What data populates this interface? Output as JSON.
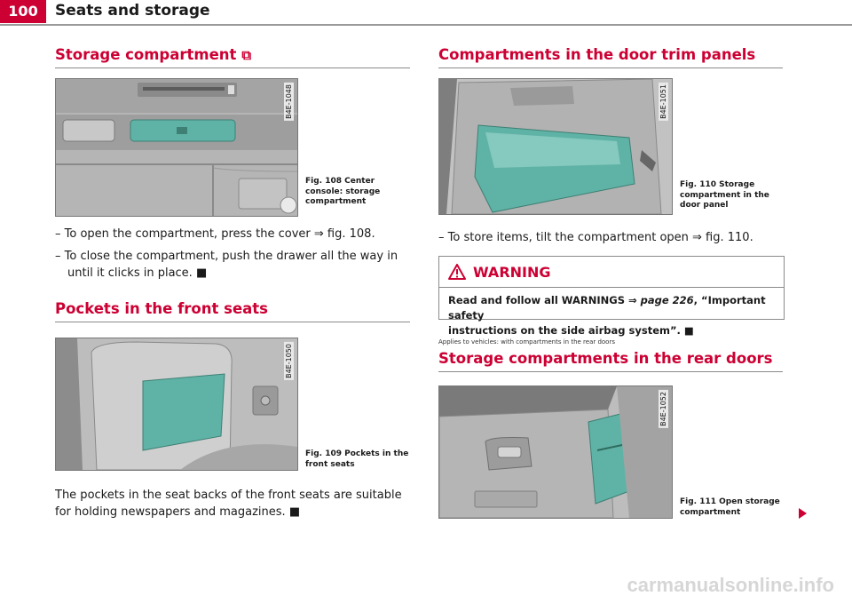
{
  "header": {
    "page_number": "100",
    "section_title": "Seats and storage"
  },
  "left": {
    "storage": {
      "heading": "Storage compartment",
      "heading_icon": "compartment-icon",
      "figure_code": "B4E-1048",
      "caption": "Fig. 108 Center console: storage compartment",
      "bullet_1": "To open the compartment, press the cover ⇒ fig. 108.",
      "bullet_2": "To close the compartment, push the drawer all the way in until it clicks in place."
    },
    "pockets": {
      "heading": "Pockets in the front seats",
      "figure_code": "B4E-1050",
      "caption": "Fig. 109 Pockets in the front seats",
      "text": "The pockets in the seat backs of the front seats are suitable for holding newspapers and magazines."
    }
  },
  "right": {
    "door_trim": {
      "heading": "Compartments in the door trim panels",
      "figure_code": "B4E-1051",
      "caption": "Fig. 110 Storage compartment in the door panel",
      "bullet_1": "To store items, tilt the compartment open ⇒ fig. 110."
    },
    "warning": {
      "title": "WARNING",
      "line_1_prefix": "Read and follow all WARNINGS ⇒ ",
      "line_1_ref": "page 226",
      "line_1_suffix": ", “Important safety",
      "line_2": "instructions on the side airbag system”."
    },
    "rear_doors": {
      "applies_note": "Applies to vehicles: with compartments in the rear doors",
      "heading": "Storage compartments in the rear doors",
      "figure_code": "B4E-1052",
      "caption": "Fig. 111 Open storage compartment"
    }
  },
  "colors": {
    "accent_red": "#cc0033",
    "teal_highlight": "#5fb3a6"
  },
  "footer": {
    "watermark": "carmanualsonline.info"
  }
}
